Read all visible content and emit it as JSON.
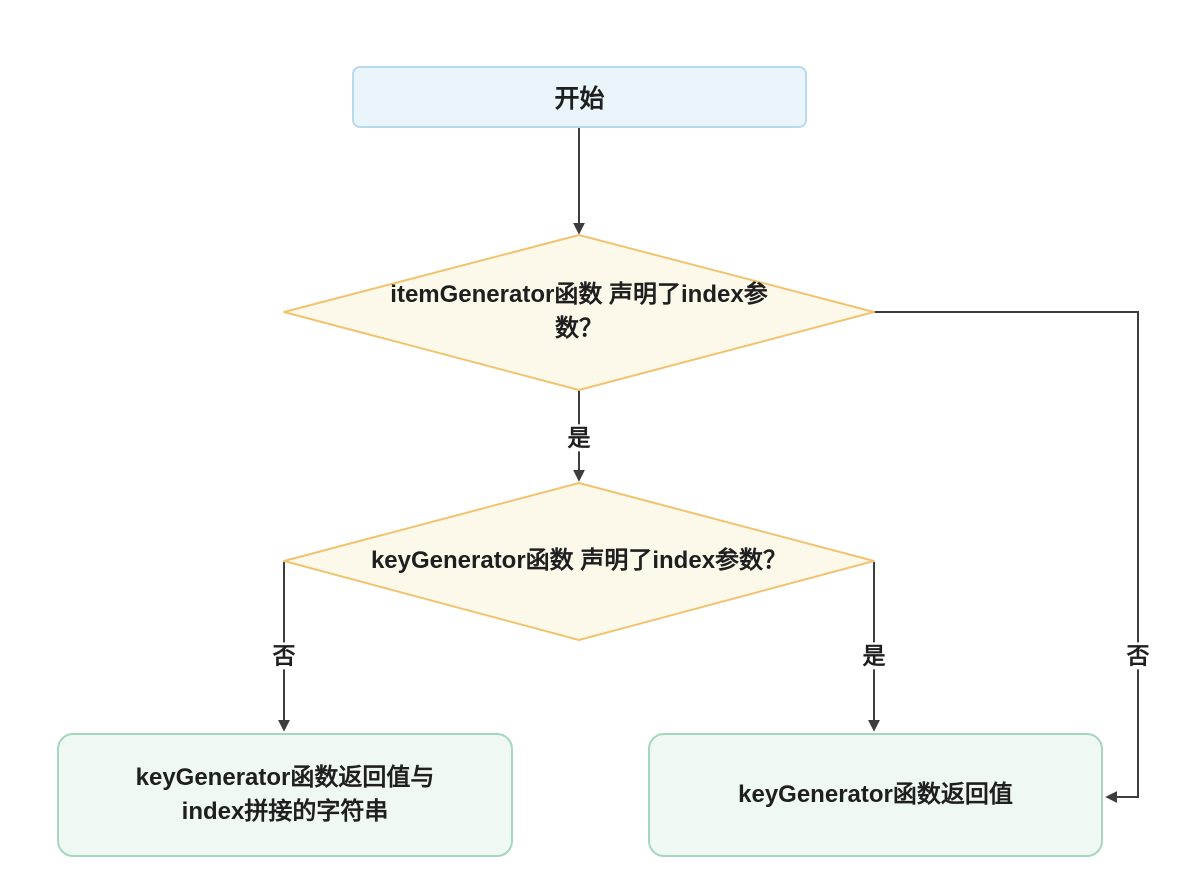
{
  "colors": {
    "background": "#ffffff",
    "start_fill": "#eaf4fb",
    "start_border": "#b9d9ef",
    "decision_fill": "#fdf9ea",
    "decision_border": "#f1c36f",
    "result_fill": "#eff8f3",
    "result_border": "#a6d7be",
    "connector": "#3d3d3d",
    "text": "#1f1f1f"
  },
  "flowchart": {
    "start": {
      "label": "开始"
    },
    "decisions": [
      {
        "name": "itemGenerator-index-declared",
        "line1": "itemGenerator函数",
        "line2": "声明了index参数？"
      },
      {
        "name": "keyGenerator-index-declared",
        "line1": "keyGenerator函数",
        "line2": "声明了index参数？"
      }
    ],
    "results": [
      {
        "name": "concatenated-key",
        "line1": "keyGenerator函数返回值与",
        "line2": "index拼接的字符串"
      },
      {
        "name": "plain-key",
        "label": "keyGenerator函数返回值"
      }
    ],
    "edge_labels": {
      "decision1_yes": "是",
      "decision1_no": "否",
      "decision2_no": "否",
      "decision2_yes": "是"
    }
  }
}
